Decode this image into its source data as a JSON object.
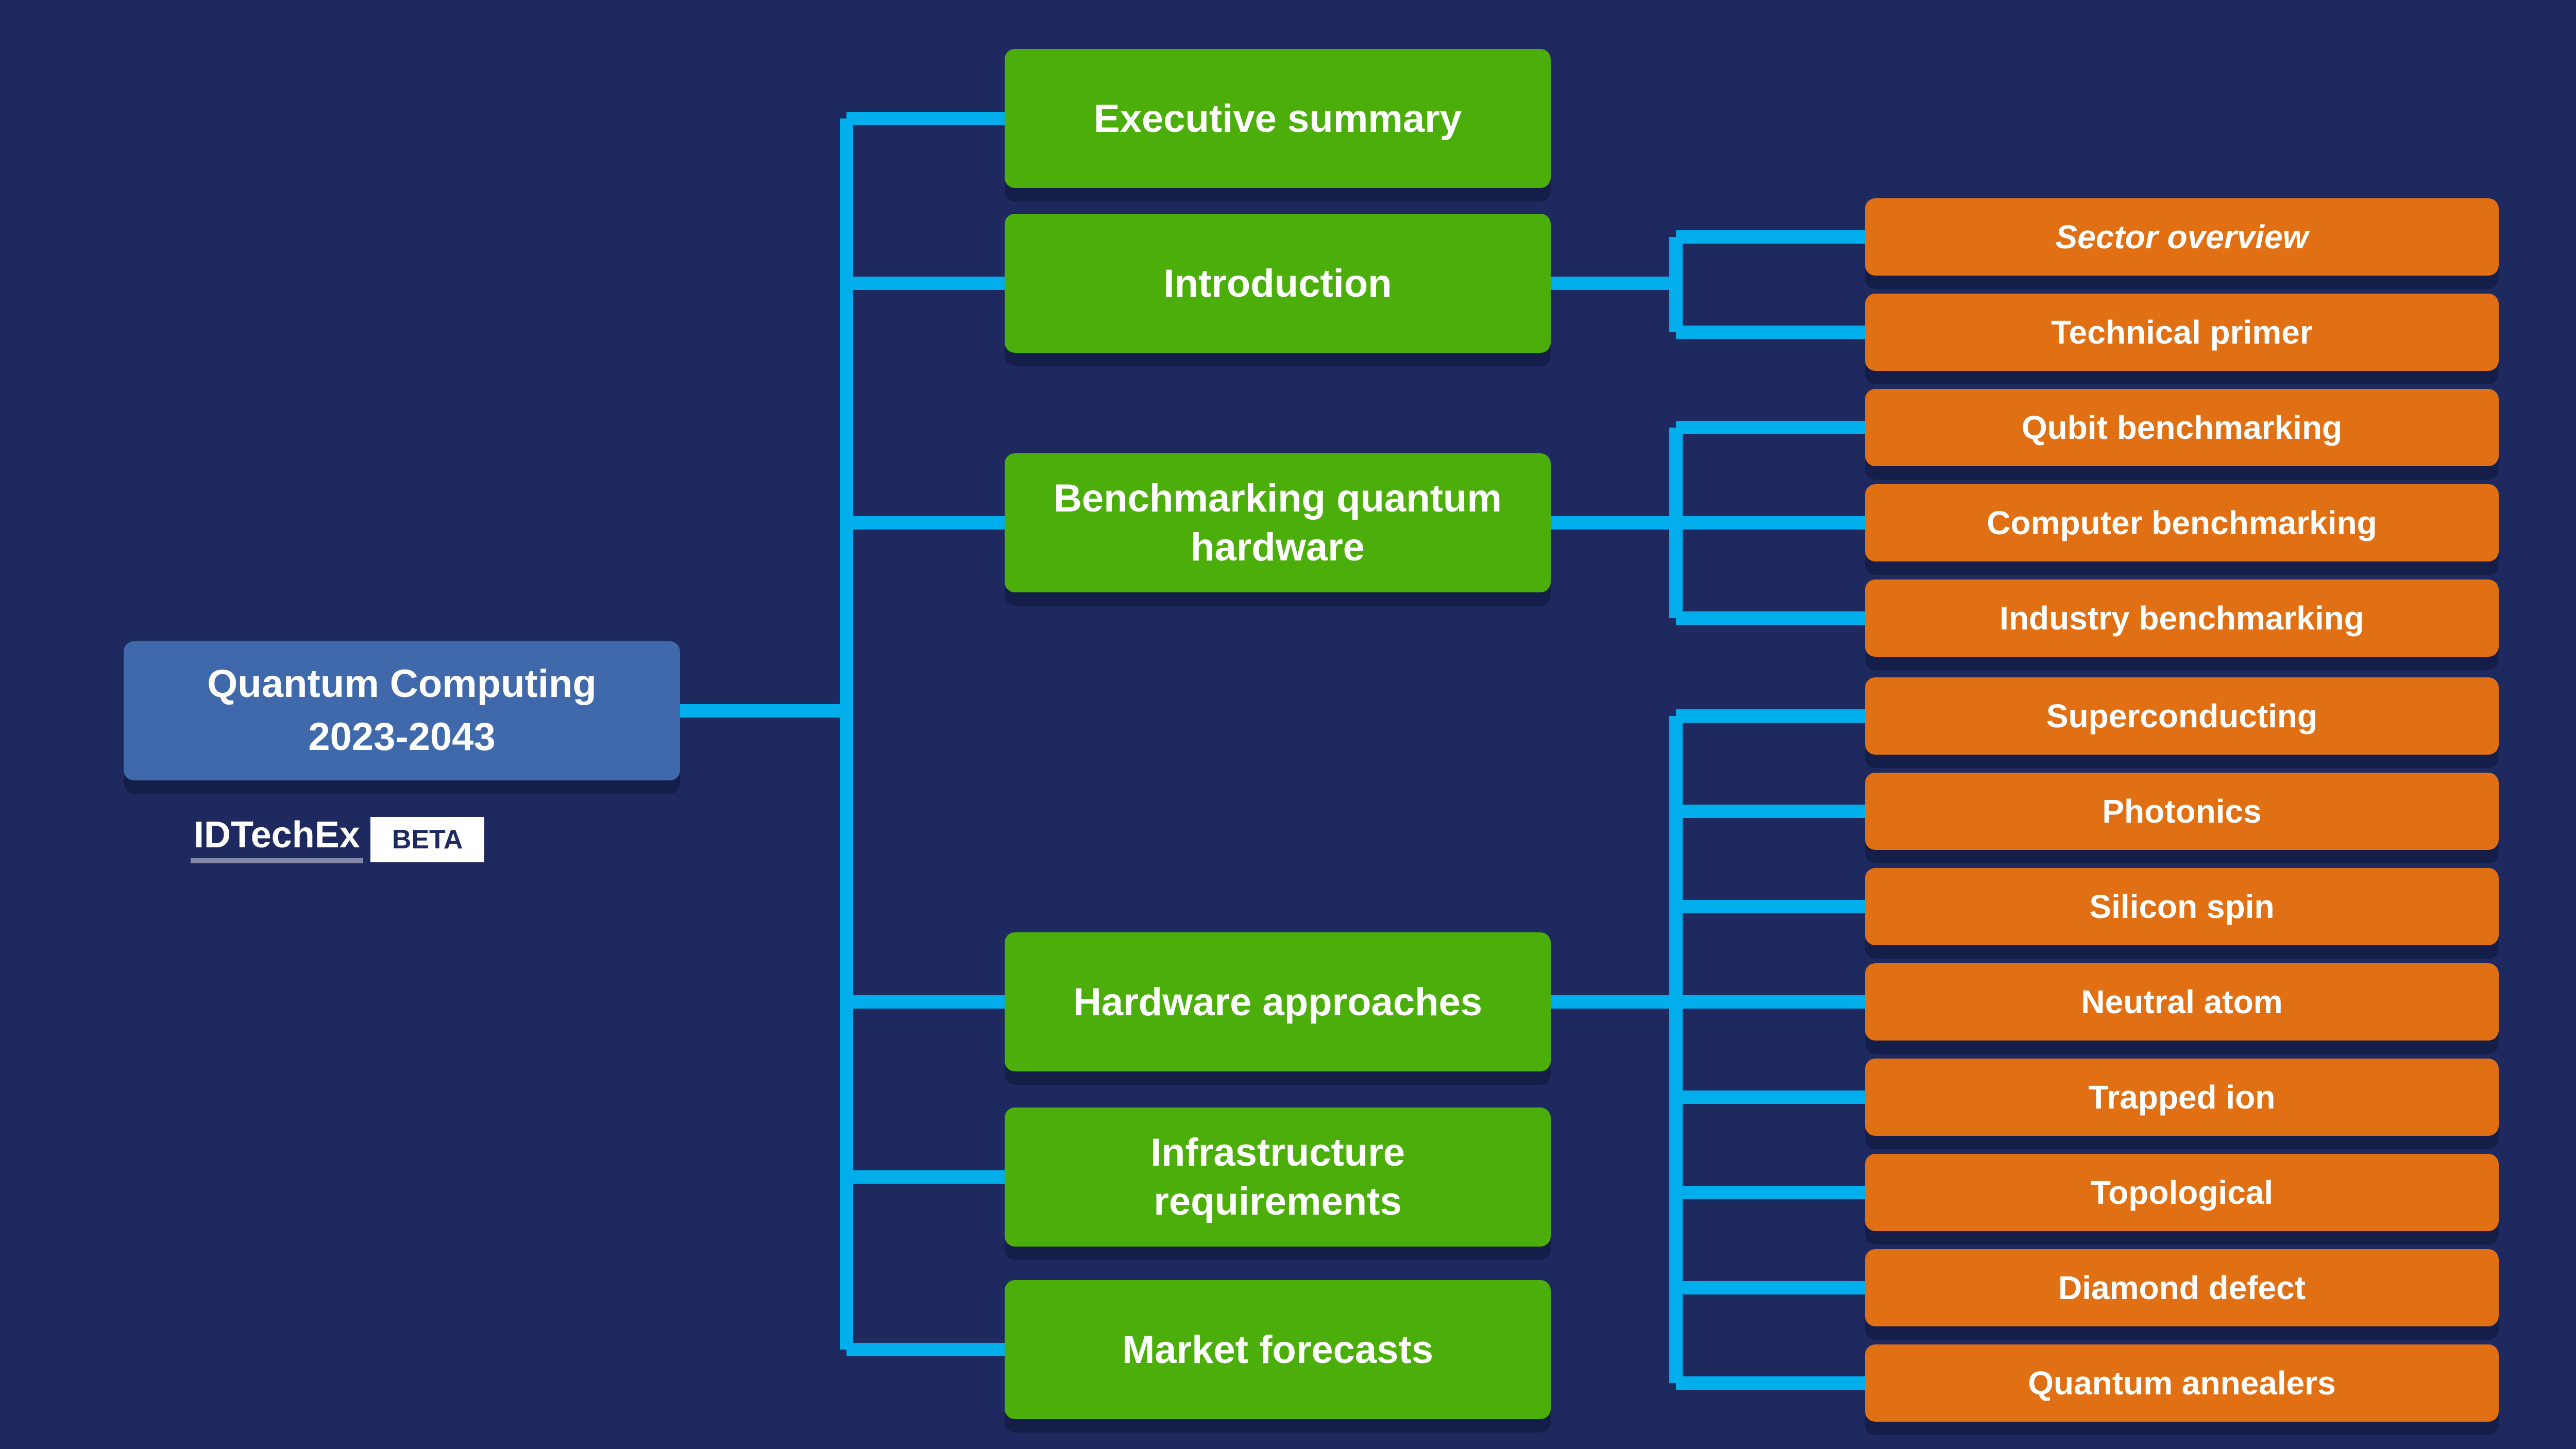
{
  "title": "Quantum Computing 2023-2043 report structure mind map",
  "colors": {
    "background": "#1e295f",
    "connector": "#00aeec",
    "root_fill": "#3f69ab",
    "branch_fill": "#4bae0b",
    "leaf_fill": "#e07013",
    "node_text": "#ffffff",
    "badge_bg": "#ffffff",
    "badge_text": "#1e295f"
  },
  "root": {
    "line1": "Quantum Computing",
    "line2": "2023-2043"
  },
  "attribution": {
    "source_label": "IDTechEx",
    "badge_label": "BETA"
  },
  "branches": [
    {
      "label": "Executive summary"
    },
    {
      "label": "Introduction"
    },
    {
      "label": "Benchmarking quantum hardware"
    },
    {
      "label": "Hardware approaches"
    },
    {
      "label": "Infrastructure requirements"
    },
    {
      "label": "Market forecasts"
    }
  ],
  "leaves": [
    {
      "label": "Sector overview",
      "parent": "Introduction"
    },
    {
      "label": "Technical primer",
      "parent": "Introduction"
    },
    {
      "label": "Qubit benchmarking",
      "parent": "Benchmarking quantum hardware"
    },
    {
      "label": "Computer benchmarking",
      "parent": "Benchmarking quantum hardware"
    },
    {
      "label": "Industry benchmarking",
      "parent": "Benchmarking quantum hardware"
    },
    {
      "label": "Superconducting",
      "parent": "Hardware approaches"
    },
    {
      "label": "Photonics",
      "parent": "Hardware approaches"
    },
    {
      "label": "Silicon spin",
      "parent": "Hardware approaches"
    },
    {
      "label": "Neutral atom",
      "parent": "Hardware approaches"
    },
    {
      "label": "Trapped ion",
      "parent": "Hardware approaches"
    },
    {
      "label": "Topological",
      "parent": "Hardware approaches"
    },
    {
      "label": "Diamond defect",
      "parent": "Hardware approaches"
    },
    {
      "label": "Quantum annealers",
      "parent": "Hardware approaches"
    }
  ]
}
